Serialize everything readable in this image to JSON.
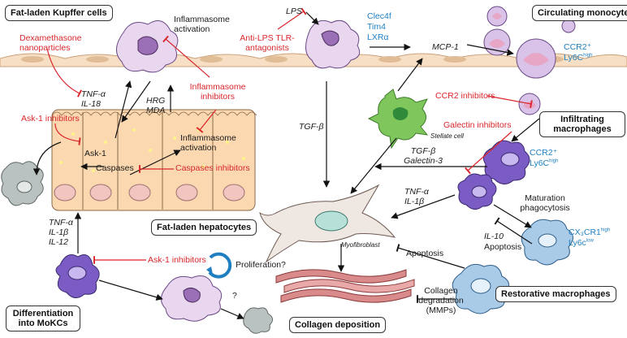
{
  "boxes": {
    "kupffer": "Fat-laden Kupffer cells",
    "monocytes": "Circulating monocytes",
    "infiltrating": "Infiltrating macrophages",
    "hepatocytes": "Fat-laden hepatocytes",
    "restorative": "Restorative macrophages",
    "differentiation": "Differentiation into MoKCs",
    "collagen": "Collagen deposition"
  },
  "labels": {
    "dexamethasone": "Dexamethasone nanoparticles",
    "tnf_il18": "TNF-α IL-18",
    "ask1_top": "Ask-1 inhibitors",
    "ask1": "Ask-1",
    "inflammasome_activation_top": "Inflammasome activation",
    "inflammasome_inhibitors": "Inflammasome inhibitors",
    "hrg_mda": "HRG MDA",
    "inflammasome_activation_hep": "Inflammasome activation",
    "caspases": "Caspases",
    "caspases_inhibitors": "Caspases inhibitors",
    "lps": "LPS",
    "anti_lps": "Anti-LPS TLR-antagonists",
    "clec4f": "Clec4f",
    "tim4": "Tim4",
    "lxra": "LXRα",
    "mcp1": "MCP-1",
    "ccr2_mono": "CCR2⁺",
    "ly6c_mono": "Ly6C",
    "ly6c_mono_sup": "high",
    "ccr2_inhibitors": "CCR2 inhibitors",
    "stellate": "Stellate cell",
    "tgfb_left": "TGF-β",
    "galectin_inhibitors": "Galectin inhibitors",
    "ccr2_inf": "CCR2⁺",
    "ly6c_inf": "Ly6C",
    "ly6c_inf_sup": "high",
    "tgfb_galectin": "TGF-β Galectin-3",
    "tnf_il1b": "TNF-α IL-1β",
    "maturation": "Maturation phagocytosis",
    "cx3cr1": "CX₃CR1",
    "cx3cr1_sup": "high",
    "ly6c_low": "Ly6c",
    "ly6c_low_sup": "low",
    "il10": "IL-10",
    "apoptosis_right": "Apoptosis",
    "myofibroblast": "Myofibroblast",
    "apoptosis_mid": "Apoptosis",
    "collagen_degradation": "Collagen degradation (MMPs)",
    "tnf_il1b_il12": "TNF-α IL-1β IL-12",
    "ask1_bottom": "Ask-1 inhibitors",
    "proliferation": "Proliferation?",
    "question": "?"
  },
  "colors": {
    "inhibitor_red": "#d9262b",
    "marker_blue": "#1f7fc1",
    "hepatocyte_fill": "#fbd8b0",
    "nucleus_fill": "#f2c6c0",
    "kupffer_fill": "#e9d7ef",
    "macrophage_purple": "#7b5bc4",
    "stellate_green": "#7fc75d",
    "restorative_blue": "#a9cbe8",
    "monocyte_fill": "#d9c3e8",
    "myofibroblast_fill": "#efe7e2",
    "collagen_red": "#d98a8a",
    "grey_cell": "#b9c2c0"
  }
}
